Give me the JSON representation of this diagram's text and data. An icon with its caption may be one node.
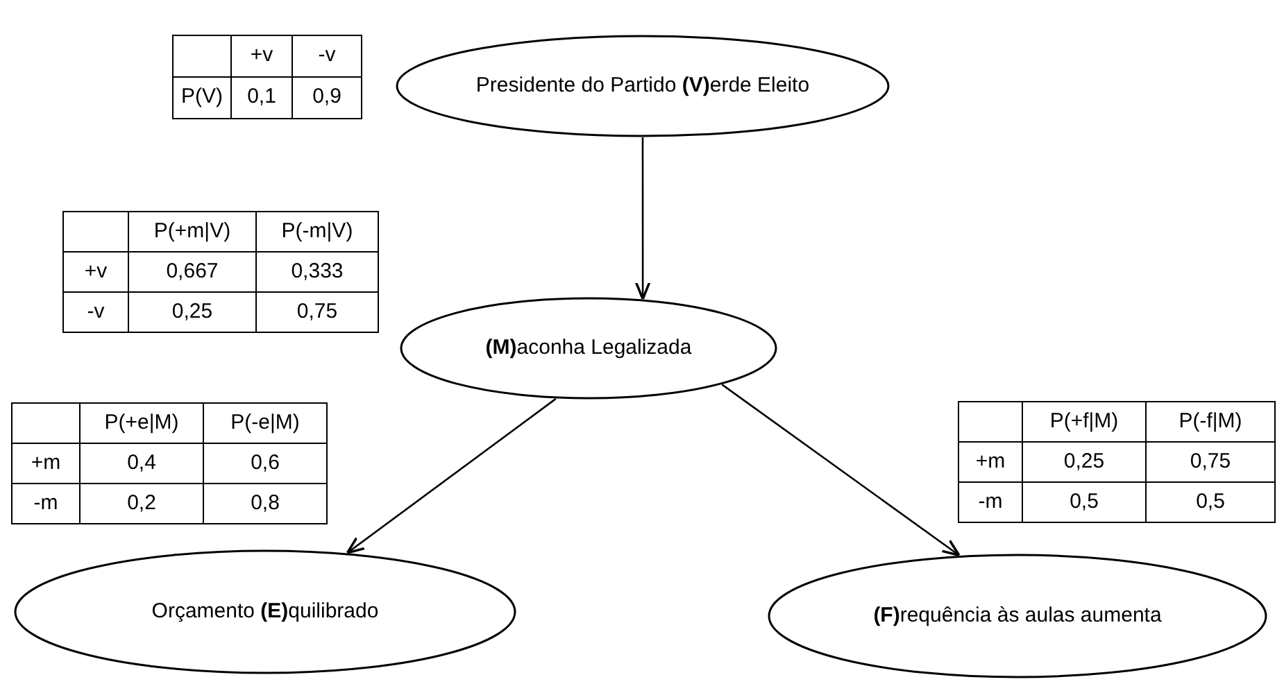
{
  "diagram": {
    "nodes": [
      {
        "text": [
          "Presidente do Partido **(V)**erde Eleito"
        ]
      },
      {
        "text": [
          "**(M)**aconha Legalizada"
        ]
      },
      {
        "text": [
          "Orçamento **(E)**quilibrado"
        ]
      },
      {
        "text": [
          "**(F)**requência às aulas aumenta"
        ]
      }
    ],
    "edges": [
      {
        "from": 0,
        "to": 1,
        "arrow": "to"
      },
      {
        "from": 1,
        "to": 2,
        "arrow": "to"
      },
      {
        "from": 1,
        "to": 3,
        "arrow": "to"
      }
    ],
    "labels": [
      "+v",
      "-v",
      "P(V)",
      "0,1",
      "0,9",
      "P(+m|V)",
      "P(-m|V)",
      "+v",
      "0,667",
      "0,333",
      "-v",
      "0,25",
      "0,75",
      "P(+e|M)",
      "P(-e|M)",
      "+m",
      "0,4",
      "0,6",
      "-m",
      "0,2",
      "0,8",
      "P(+f|M)",
      "P(-f|M)",
      "+m",
      "0,25",
      "0,75",
      "-m",
      "0,5",
      "0,5"
    ]
  }
}
